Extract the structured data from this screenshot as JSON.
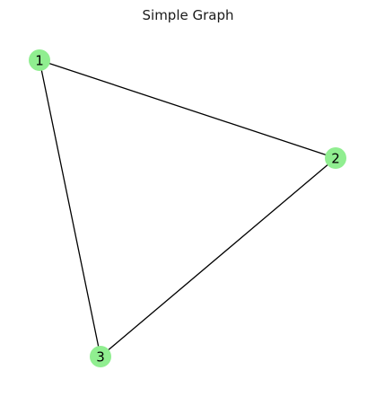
{
  "title": "Simple Graph",
  "colors": {
    "node_fill": "#90ee90",
    "edge": "#000000",
    "label": "#000000",
    "background": "#ffffff"
  },
  "graph": {
    "nodes": [
      {
        "id": "1",
        "label": "1"
      },
      {
        "id": "2",
        "label": "2"
      },
      {
        "id": "3",
        "label": "3"
      }
    ],
    "edges": [
      {
        "source": "1",
        "target": "2"
      },
      {
        "source": "2",
        "target": "3"
      },
      {
        "source": "1",
        "target": "3"
      }
    ]
  }
}
